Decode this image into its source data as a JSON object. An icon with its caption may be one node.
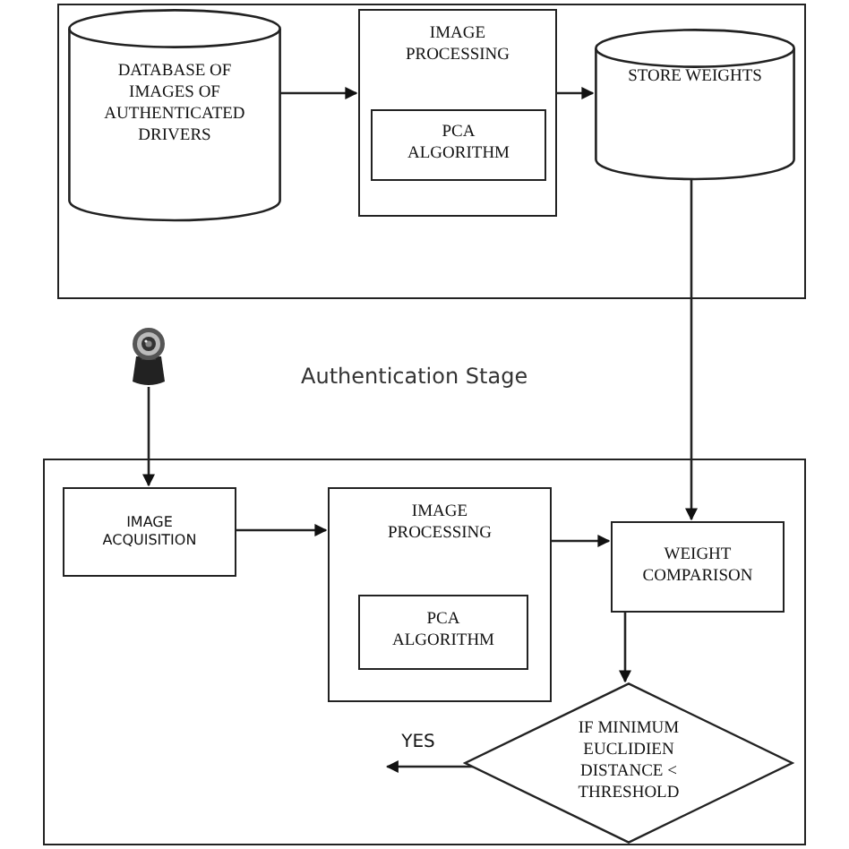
{
  "diagram": {
    "nodes": [
      {
        "text": [],
        "shape": "box"
      },
      {
        "text": [
          "DATABASE OF IMAGES OF AUTHENTICATED DRIVERS"
        ],
        "in": 0
      },
      {
        "text": [
          "IMAGE PROCESSING"
        ],
        "in": 0
      },
      {
        "text": [
          "PCA ALGORITHM"
        ],
        "in": 2
      },
      {
        "text": [
          "STORE WEIGHTS"
        ],
        "in": 0
      },
      {
        "text": [],
        "shape": "picture"
      },
      {
        "text": [],
        "shape": "box"
      },
      {
        "text": [
          "IMAGE ACQUISITION"
        ],
        "in": 6
      },
      {
        "text": [
          "IMAGE PROCESSING"
        ],
        "in": 6
      },
      {
        "text": [
          "PCA ALGORITHM"
        ],
        "in": 8
      },
      {
        "text": [
          "WEIGHT COMPARISON"
        ],
        "in": 6
      },
      {
        "text": [
          "IF MINIMUM EUCLIDIEN DISTANCE < THRESHOLD"
        ],
        "in": 6
      }
    ],
    "edges": [
      {
        "from": 1,
        "to": 2,
        "arrow": "to"
      },
      {
        "from": 2,
        "to": 4,
        "arrow": "to"
      },
      {
        "from": 4,
        "to": 10,
        "arrow": "to"
      },
      {
        "from": 5,
        "to": 7,
        "arrow": "to"
      },
      {
        "from": 7,
        "to": 8,
        "arrow": "to"
      },
      {
        "from": 8,
        "to": 10,
        "arrow": "to"
      },
      {
        "from": 10,
        "to": 11,
        "arrow": "to"
      },
      {
        "from": 11,
        "to": null,
        "arrow": "to",
        "label": "YES"
      }
    ],
    "labels": [
      "Authentication Stage"
    ]
  }
}
